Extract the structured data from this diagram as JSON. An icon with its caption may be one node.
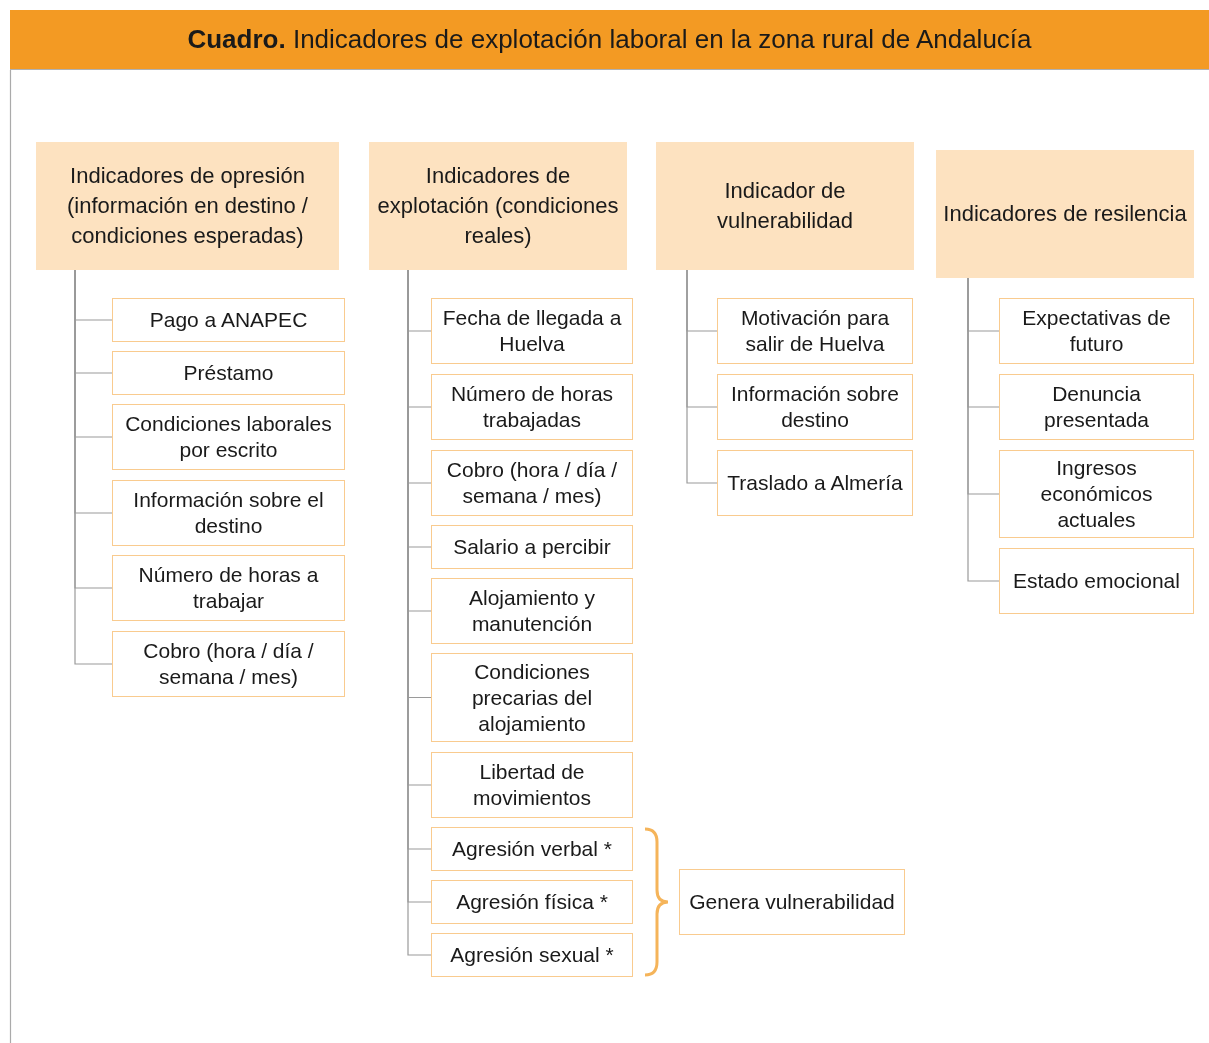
{
  "diagram": {
    "title": "**Cuadro.** Indicadores de explotación laboral en la zona rural de Andalucía",
    "nodes": [
      {
        "text": [
          "Indicadores de opresión (información en destino / condiciones esperadas)"
        ]
      },
      {
        "text": [
          "Pago a ANAPEC"
        ]
      },
      {
        "text": [
          "Préstamo"
        ]
      },
      {
        "text": [
          "Condiciones laborales por escrito"
        ]
      },
      {
        "text": [
          "Información sobre el destino"
        ]
      },
      {
        "text": [
          "Número de horas a trabajar"
        ]
      },
      {
        "text": [
          "Cobro (hora / día / semana / mes)"
        ]
      },
      {
        "text": [
          "Indicadores de explotación (condiciones reales)"
        ]
      },
      {
        "text": [
          "Fecha de llegada a Huelva"
        ]
      },
      {
        "text": [
          "Número de horas trabajadas"
        ]
      },
      {
        "text": [
          "Cobro (hora / día / semana / mes)"
        ]
      },
      {
        "text": [
          "Salario a percibir"
        ]
      },
      {
        "text": [
          "Alojamiento y manutención"
        ]
      },
      {
        "text": [
          "Condiciones precarias del alojamiento"
        ]
      },
      {
        "text": [
          "Libertad de movimientos"
        ]
      },
      {
        "text": [
          "Agresión verbal *"
        ]
      },
      {
        "text": [
          "Agresión física *"
        ]
      },
      {
        "text": [
          "Agresión sexual *"
        ]
      },
      {
        "text": [
          "Indicador de vulnerabilidad"
        ]
      },
      {
        "text": [
          "Motivación para salir de Huelva"
        ]
      },
      {
        "text": [
          "Información sobre destino"
        ]
      },
      {
        "text": [
          "Traslado a Almería"
        ]
      },
      {
        "text": [
          "Indicadores de resilencia"
        ]
      },
      {
        "text": [
          "Expectativas de futuro"
        ]
      },
      {
        "text": [
          "Denuncia presentada"
        ]
      },
      {
        "text": [
          "Ingresos económicos actuales"
        ]
      },
      {
        "text": [
          "Estado emocional"
        ]
      },
      {
        "text": [
          "Genera vulnerabilidad"
        ]
      }
    ],
    "edges": [
      {
        "from": 0,
        "to": 1,
        "arrow": "none"
      },
      {
        "from": 0,
        "to": 2,
        "arrow": "none"
      },
      {
        "from": 0,
        "to": 3,
        "arrow": "none"
      },
      {
        "from": 0,
        "to": 4,
        "arrow": "none"
      },
      {
        "from": 0,
        "to": 5,
        "arrow": "none"
      },
      {
        "from": 0,
        "to": 6,
        "arrow": "none"
      },
      {
        "from": 7,
        "to": 8,
        "arrow": "none"
      },
      {
        "from": 7,
        "to": 9,
        "arrow": "none"
      },
      {
        "from": 7,
        "to": 10,
        "arrow": "none"
      },
      {
        "from": 7,
        "to": 11,
        "arrow": "none"
      },
      {
        "from": 7,
        "to": 12,
        "arrow": "none"
      },
      {
        "from": 7,
        "to": 13,
        "arrow": "none"
      },
      {
        "from": 7,
        "to": 14,
        "arrow": "none"
      },
      {
        "from": 7,
        "to": 15,
        "arrow": "none"
      },
      {
        "from": 7,
        "to": 16,
        "arrow": "none"
      },
      {
        "from": 7,
        "to": 17,
        "arrow": "none"
      },
      {
        "from": 18,
        "to": 19,
        "arrow": "none"
      },
      {
        "from": 18,
        "to": 20,
        "arrow": "none"
      },
      {
        "from": 18,
        "to": 21,
        "arrow": "none"
      },
      {
        "from": 22,
        "to": 23,
        "arrow": "none"
      },
      {
        "from": 22,
        "to": 24,
        "arrow": "none"
      },
      {
        "from": 22,
        "to": 25,
        "arrow": "none"
      },
      {
        "from": 22,
        "to": 26,
        "arrow": "none"
      }
    ]
  }
}
